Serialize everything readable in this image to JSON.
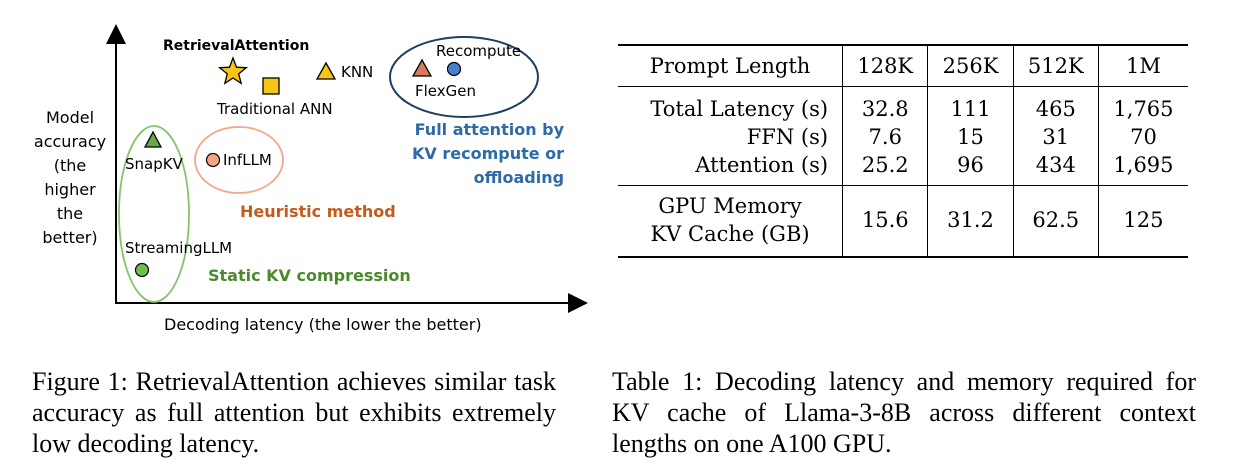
{
  "figure": {
    "y_axis_label": [
      "Model",
      "accuracy",
      "(the",
      "higher",
      "the",
      "better)"
    ],
    "x_axis_label": "Decoding latency (the lower the better)",
    "points": {
      "retrieval_attention": "RetrievalAttention",
      "traditional_ann": "Traditional ANN",
      "knn": "KNN",
      "recompute": "Recompute",
      "flexgen": "FlexGen",
      "snapkv": "SnapKV",
      "infllm": "InfLLM",
      "streamingllm": "StreamingLLM"
    },
    "categories": {
      "full_attention": [
        "Full attention by",
        "KV recompute or",
        "offloading"
      ],
      "heuristic": "Heuristic method",
      "static_kv": "Static KV compression"
    },
    "colors": {
      "star": "#f5c518",
      "square": "#f5c518",
      "knn_triangle": "#f5c518",
      "flexgen_triangle": "#d97a5a",
      "recompute_circle": "#4a7fd0",
      "snapkv_triangle": "#6aa84f",
      "infllm_circle": "#f4a582",
      "streaming_circle": "#6cc04a",
      "green_ellipse": "#82c56b",
      "orange_ellipse": "#f0a78a",
      "navy_ellipse": "#1f3f5f",
      "blue_text": "#2e6aa8",
      "orange_text": "#c55a1c",
      "green_text": "#4a8a2a"
    }
  },
  "table": {
    "header": [
      "Prompt Length",
      "128K",
      "256K",
      "512K",
      "1M"
    ],
    "latency_rows": [
      {
        "label": "Total Latency (s)",
        "values": [
          "32.8",
          "111",
          "465",
          "1,765"
        ]
      },
      {
        "label": "FFN (s)",
        "values": [
          "7.6",
          "15",
          "31",
          "70"
        ]
      },
      {
        "label": "Attention (s)",
        "values": [
          "25.2",
          "96",
          "434",
          "1,695"
        ]
      }
    ],
    "memory_row": {
      "label": [
        "GPU Memory",
        "KV Cache (GB)"
      ],
      "values": [
        "15.6",
        "31.2",
        "62.5",
        "125"
      ]
    }
  },
  "captions": {
    "figure": "Figure 1: RetrievalAttention achieves similar task accuracy as full attention but exhibits extremely low decoding latency.",
    "table": "Table 1: Decoding latency and memory required for KV cache of Llama-3-8B across different context lengths on one A100 GPU."
  }
}
